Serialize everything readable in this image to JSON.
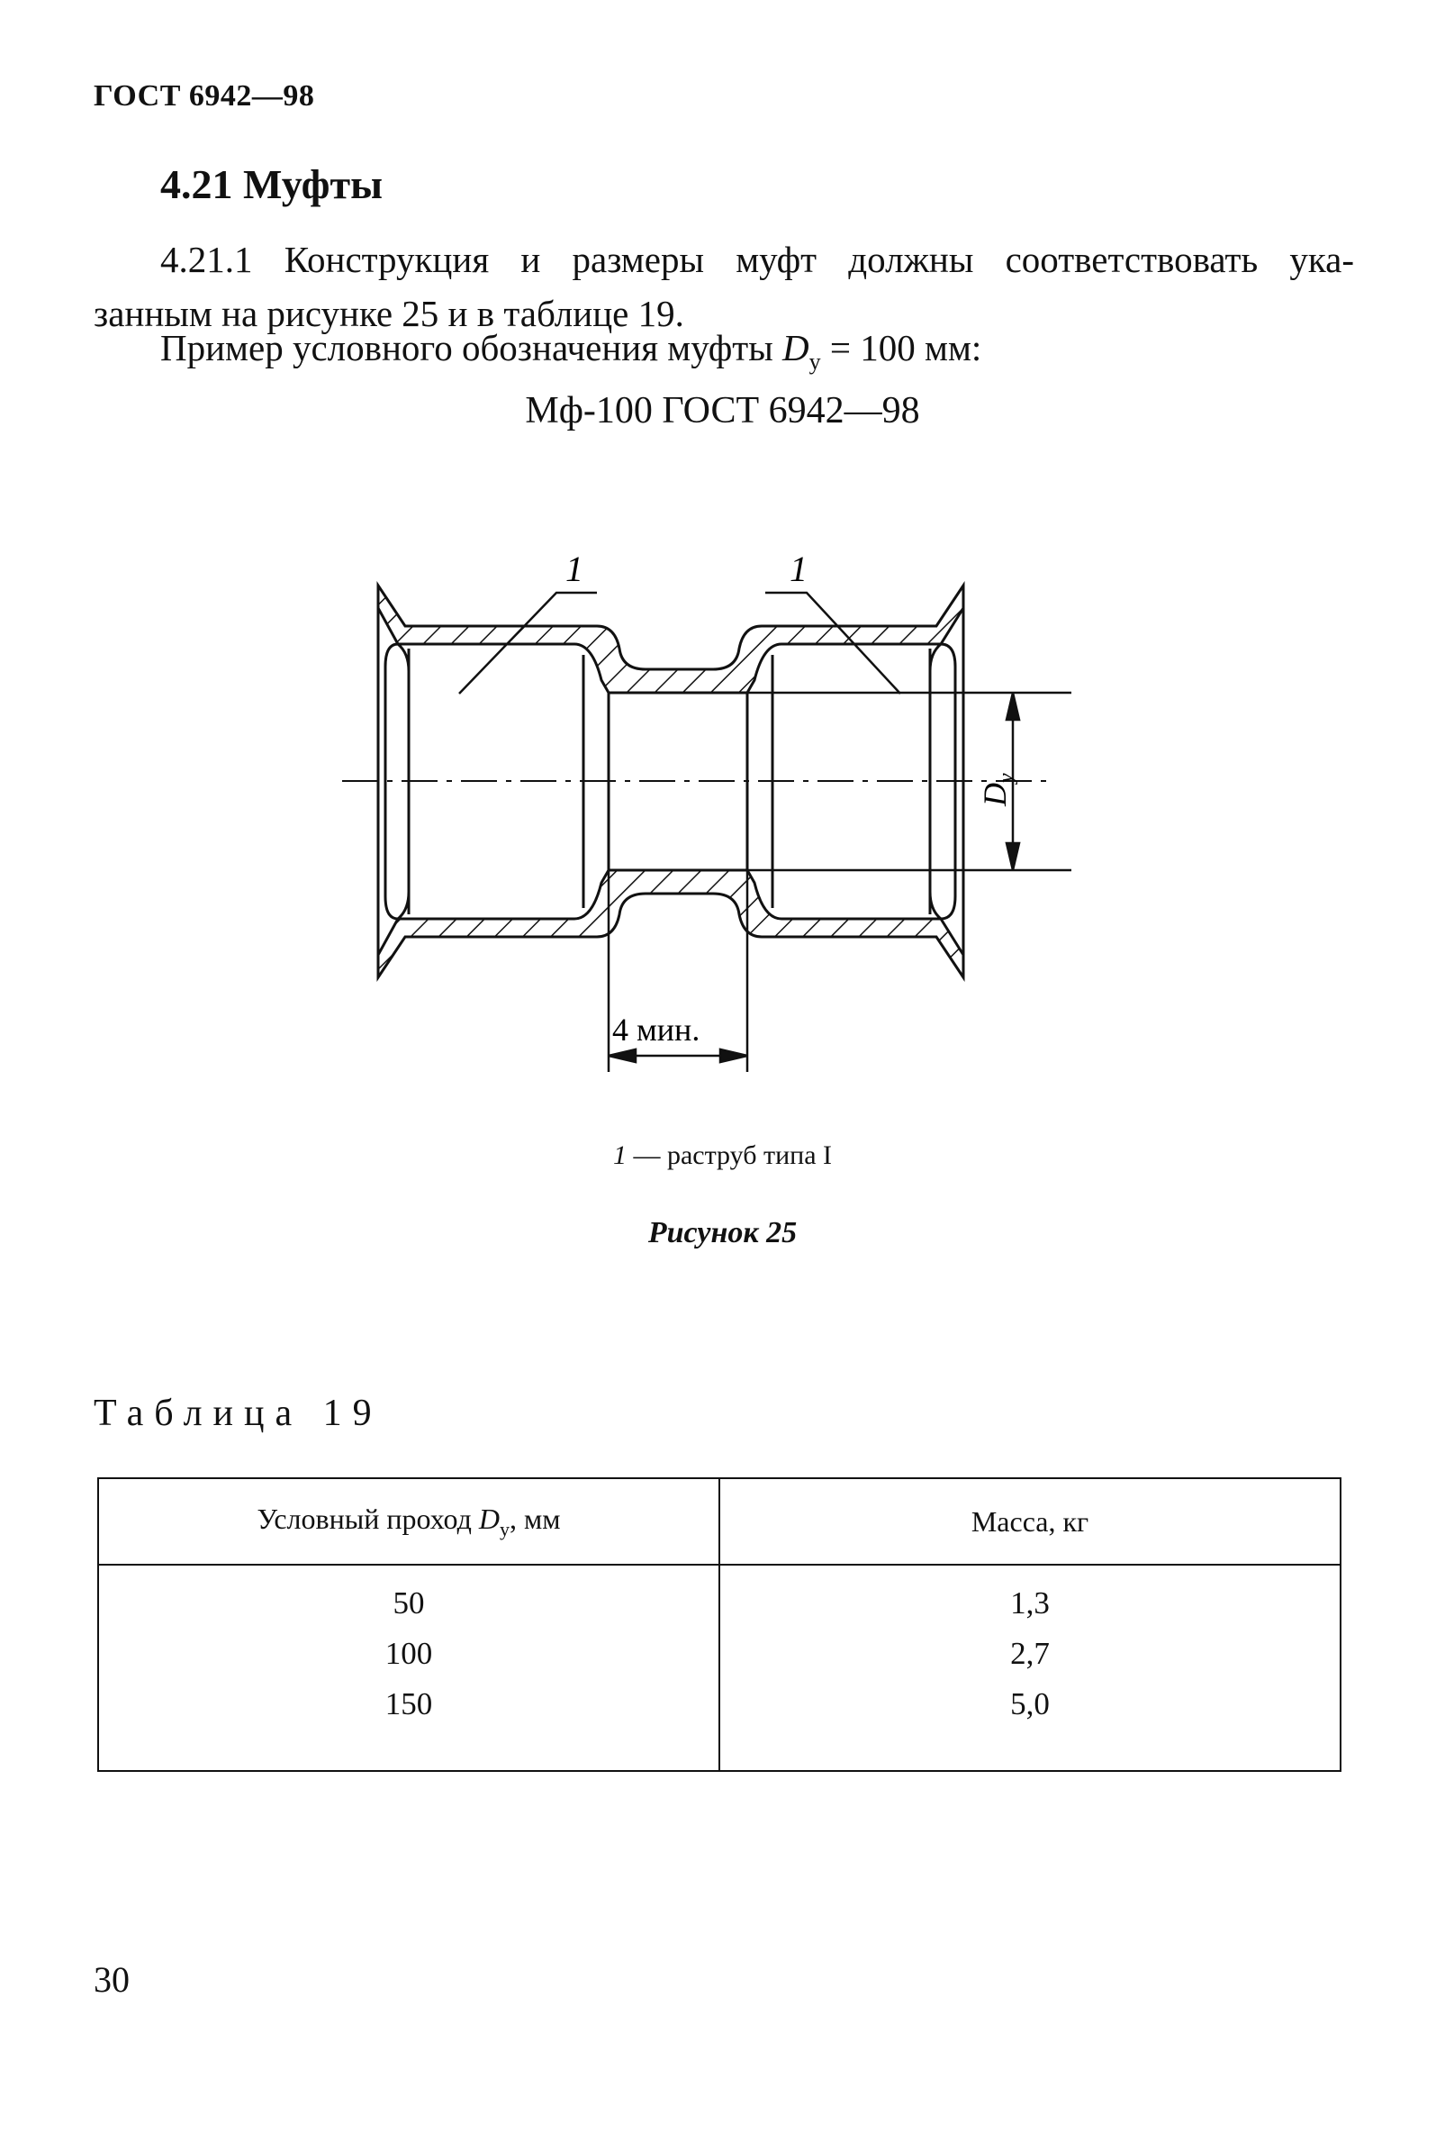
{
  "header": "ГОСТ 6942—98",
  "section_title": "4.21 Муфты",
  "paragraph": {
    "line1": "4.21.1 Конструкция и размеры муфт должны соответствовать ука-",
    "line2": "занным на рисунке 25 и в таблице 19."
  },
  "example": {
    "prefix": "Пример условного обозначения муфты",
    "symbol": "D",
    "symbol_sub": "у",
    "suffix": "= 100 мм:"
  },
  "designation": "Мф-100 ГОСТ 6942—98",
  "figure": {
    "callout_left": "1",
    "callout_right": "1",
    "dim_symbol": "D",
    "dim_sub": "у",
    "dim_min": "4 мин.",
    "legend_num": "1",
    "legend_text": "— раструб типа I",
    "caption": "Рисунок 25"
  },
  "table": {
    "title": "Таблица 19",
    "header_col1_text": "Условный проход",
    "header_col1_symbol": "D",
    "header_col1_sub": "у",
    "header_col1_unit": ", мм",
    "header_col2": "Масса, кг",
    "rows": [
      {
        "dn": "50",
        "mass": "1,3"
      },
      {
        "dn": "100",
        "mass": "2,7"
      },
      {
        "dn": "150",
        "mass": "5,0"
      }
    ]
  },
  "page_number": "30"
}
